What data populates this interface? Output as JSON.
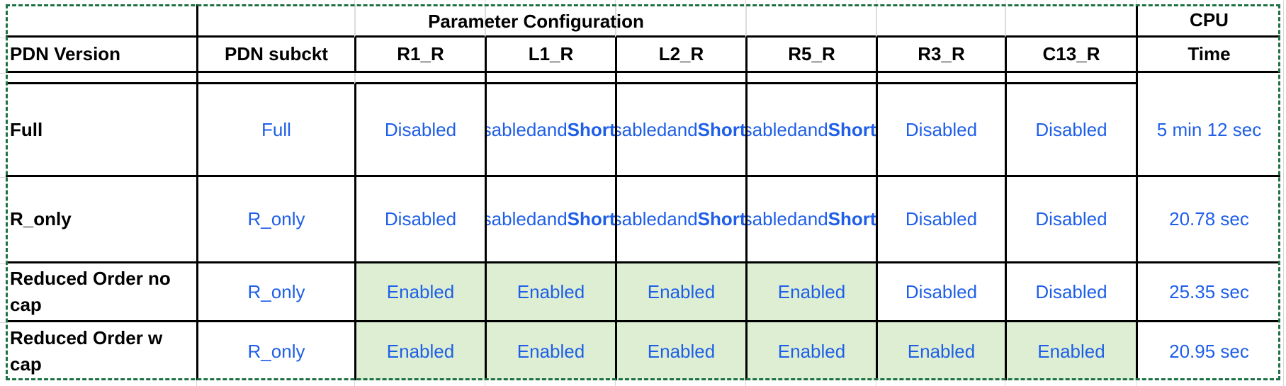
{
  "colors": {
    "text_blue": "#1f5fe8",
    "enabled_green_bg": "#ddeed3",
    "marquee_green": "#1e7145",
    "grid_black": "#000000",
    "faint_gridline": "#d9d9d9"
  },
  "table": {
    "title": "Parameter Configuration",
    "cpu_header": {
      "line1": "CPU",
      "line2": "Time"
    },
    "columns": [
      "PDN Version",
      "PDN subckt",
      "R1_R",
      "L1_R",
      "L2_R",
      "R5_R",
      "R3_R",
      "C13_R"
    ],
    "rows": [
      {
        "version": "Full",
        "subckt": "Full",
        "params": [
          {
            "t": "Disabled"
          },
          {
            "lines": [
              {
                "t": "Disabled"
              },
              {
                "t": "and"
              },
              {
                "t": "Shorted",
                "bold": true
              }
            ]
          },
          {
            "lines": [
              {
                "t": "Disabled"
              },
              {
                "t": "and"
              },
              {
                "t": "Shorted",
                "bold": true
              }
            ]
          },
          {
            "lines": [
              {
                "t": "Disabled"
              },
              {
                "t": "and"
              },
              {
                "t": "Shorted",
                "bold": true
              }
            ]
          },
          {
            "t": "Disabled"
          },
          {
            "t": "Disabled"
          }
        ],
        "cpu_time": "5 min 12 sec"
      },
      {
        "version": "R_only",
        "subckt": "R_only",
        "params": [
          {
            "t": "Disabled"
          },
          {
            "lines": [
              {
                "t": "Disabled"
              },
              {
                "t": "and"
              },
              {
                "t": "Shorted",
                "bold": true
              }
            ]
          },
          {
            "lines": [
              {
                "t": "Disabled"
              },
              {
                "t": "and"
              },
              {
                "t": "Shorted",
                "bold": true
              }
            ]
          },
          {
            "lines": [
              {
                "t": "Disabled"
              },
              {
                "t": "and"
              },
              {
                "t": "Shorted",
                "bold": true
              }
            ]
          },
          {
            "t": "Disabled"
          },
          {
            "t": "Disabled"
          }
        ],
        "cpu_time": "20.78 sec"
      },
      {
        "version": "Reduced Order no cap",
        "subckt": "R_only",
        "params": [
          {
            "t": "Enabled",
            "green": true
          },
          {
            "t": "Enabled",
            "green": true
          },
          {
            "t": "Enabled",
            "green": true
          },
          {
            "t": "Enabled",
            "green": true
          },
          {
            "t": "Disabled"
          },
          {
            "t": "Disabled"
          }
        ],
        "cpu_time": "25.35 sec"
      },
      {
        "version": "Reduced Order w cap",
        "subckt": "R_only",
        "params": [
          {
            "t": "Enabled",
            "green": true
          },
          {
            "t": "Enabled",
            "green": true
          },
          {
            "t": "Enabled",
            "green": true
          },
          {
            "t": "Enabled",
            "green": true
          },
          {
            "t": "Enabled",
            "green": true
          },
          {
            "t": "Enabled",
            "green": true
          }
        ],
        "cpu_time": "20.95 sec"
      }
    ]
  }
}
